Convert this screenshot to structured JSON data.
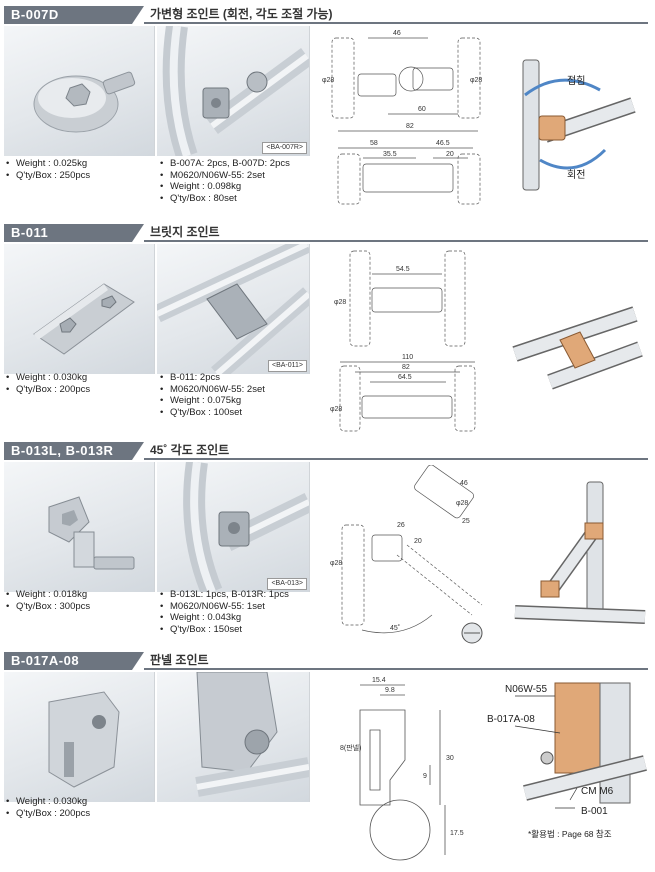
{
  "sections": [
    {
      "code": "B-007D",
      "title": "가변형 조인트 (회전, 각도 조절 가능)",
      "tag": "<BA-007R>",
      "spec_left": [
        "Weight : 0.025kg",
        "Q'ty/Box : 250pcs"
      ],
      "spec_right": [
        "B-007A: 2pcs, B-007D: 2pcs",
        "M0620/N06W-55: 2set",
        "Weight : 0.098kg",
        "Q'ty/Box : 80set"
      ],
      "dims": [
        "46",
        "60",
        "82",
        "58",
        "46.5",
        "35.5",
        "20",
        "φ28",
        "φ28"
      ],
      "callouts": [
        "접힘",
        "회전"
      ]
    },
    {
      "code": "B-011",
      "title": "브릿지 조인트",
      "tag": "<BA-011>",
      "spec_left": [
        "Weight : 0.030kg",
        "Q'ty/Box : 200pcs"
      ],
      "spec_right": [
        "B-011: 2pcs",
        "M0620/N06W-55: 2set",
        "Weight : 0.075kg",
        "Q'ty/Box : 100set"
      ],
      "dims": [
        "54.5",
        "110",
        "82",
        "64.5",
        "φ28",
        "φ28"
      ]
    },
    {
      "code": "B-013L, B-013R",
      "title": "45˚ 각도 조인트",
      "tag": "<BA-013>",
      "spec_left": [
        "Weight : 0.018kg",
        "Q'ty/Box : 300pcs"
      ],
      "spec_right": [
        "B-013L: 1pcs, B-013R: 1pcs",
        "M0620/N06W-55: 1set",
        "Weight : 0.043kg",
        "Q'ty/Box : 150set"
      ],
      "dims": [
        "46",
        "26",
        "25",
        "20",
        "45˚",
        "φ28",
        "φ28"
      ]
    },
    {
      "code": "B-017A-08",
      "title": "판넬 조인트",
      "spec_left": [
        "Weight : 0.030kg",
        "Q'ty/Box : 200pcs"
      ],
      "dims": [
        "15.4",
        "9.8",
        "8(판넬)",
        "30",
        "9",
        "17.5"
      ],
      "callouts": [
        "N06W-55",
        "B-017A-08",
        "CM M6",
        "B-001"
      ],
      "note": "*활용법 : Page 68 참조"
    }
  ],
  "colors": {
    "header": "#6d7580",
    "accent_part": "#e0a878",
    "arrow": "#4f86c6"
  }
}
